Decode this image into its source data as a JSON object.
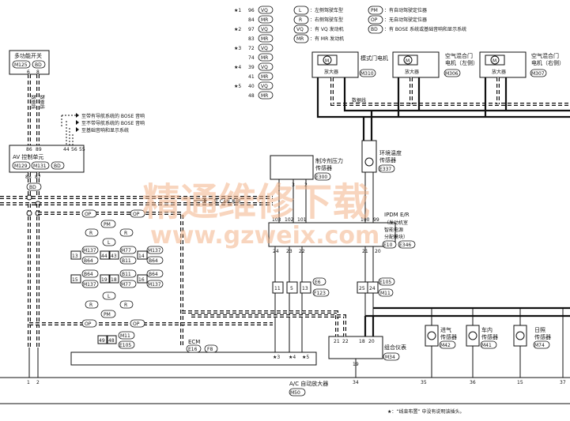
{
  "legend": {
    "star_codes": [
      {
        "star": "★1",
        "rows": [
          {
            "num": "96",
            "code": "VQ"
          },
          {
            "num": "84",
            "code": "MR"
          }
        ]
      },
      {
        "star": "★2",
        "rows": [
          {
            "num": "97",
            "code": "VQ"
          },
          {
            "num": "83",
            "code": "MR"
          }
        ]
      },
      {
        "star": "★3",
        "rows": [
          {
            "num": "72",
            "code": "VQ"
          },
          {
            "num": "74",
            "code": "MR"
          }
        ]
      },
      {
        "star": "★4",
        "rows": [
          {
            "num": "39",
            "code": "VQ"
          },
          {
            "num": "41",
            "code": "MR"
          }
        ]
      },
      {
        "star": "★5",
        "rows": [
          {
            "num": "40",
            "code": "VQ"
          },
          {
            "num": "48",
            "code": "MR"
          }
        ]
      }
    ],
    "abbrev": [
      {
        "code": "L",
        "text": "：左侧驾驶车型"
      },
      {
        "code": "R",
        "text": "：右侧驾驶车型"
      },
      {
        "code": "VQ",
        "text": "：有 VQ 发动机"
      },
      {
        "code": "MR",
        "text": "：有 MR 发动机"
      },
      {
        "code": "PM",
        "text": "：有自动驾驶定位器"
      },
      {
        "code": "OP",
        "text": "：无自动驾驶定位器"
      },
      {
        "code": "BD",
        "text": "：有 BOSE 系统或基础音响和显示系统"
      }
    ]
  },
  "components": {
    "multifunction_switch": {
      "title": "多功能开关",
      "conn": "M125",
      "tag": "BD",
      "pins": [
        "6",
        "8"
      ],
      "wire_labels": [
        "数据线",
        "数据线"
      ]
    },
    "av_control": {
      "title": "AV 控制单元",
      "conns": [
        "M129",
        "M131"
      ],
      "tag": "BD",
      "pins_top": [
        "86",
        "89",
        "44",
        "56",
        "55"
      ],
      "pins_bottom": [
        "86",
        "87"
      ]
    },
    "bose_notes": [
      "至带有导航系统的 BOSE 音响",
      "至不带导航系统的 BOSE 音响",
      "至基础音响和显示系统"
    ],
    "can_label": "至 CAN 系统",
    "bd_tag": "BD",
    "refrigerant_sensor": {
      "title": "制冷剂压力",
      "title2": "传感器",
      "conn": "E300",
      "pins": [
        "1",
        "3",
        "2"
      ]
    },
    "ambient_sensor": {
      "title": "环境温度",
      "title2": "传感器",
      "conn": "E337"
    },
    "ipdm": {
      "title": "IPDM E/R",
      "sub1": "（发动机室",
      "sub2": "智能电源",
      "sub3": "分配模块）",
      "conns": [
        "E10",
        "E346"
      ],
      "pins_top": [
        "103",
        "102",
        "101",
        "100",
        "99"
      ],
      "pins_bottom": [
        "24",
        "23",
        "22",
        "21",
        "20"
      ]
    },
    "relay_conns": [
      {
        "pins": [
          "11",
          "5",
          "13"
        ],
        "conns": [
          "E6",
          "F123"
        ]
      },
      {
        "pins": [
          "25",
          "24"
        ],
        "conns": [
          "E105",
          "M11"
        ]
      }
    ],
    "intake_door_motor": {
      "title": "模式门电机",
      "amp": "放大器",
      "conn": "M310"
    },
    "air_mix_left": {
      "title": "空气混合门",
      "title2": "电机（左侧）",
      "amp": "放大器",
      "conn": "M306"
    },
    "air_mix_right": {
      "title": "空气混合门",
      "title2": "电机（右侧）",
      "amp": "放大器",
      "conn": "M307"
    },
    "data_line_label": "数据线",
    "ecm": {
      "title": "ECM",
      "conns": [
        "E16",
        "F8"
      ]
    },
    "combination_meter": {
      "title": "组合仪表",
      "conn": "M34",
      "pins": [
        "21",
        "22",
        "18",
        "20",
        "19"
      ]
    },
    "intake_sensor": {
      "title": "进气",
      "title2": "传感器",
      "conn": "M42"
    },
    "in_vehicle_sensor": {
      "title": "车内",
      "title2": "传感器",
      "conn": "M41"
    },
    "sunload_sensor": {
      "title": "日照",
      "title2": "传感器",
      "conn": "M74"
    },
    "ac_amp": {
      "title": "A/C 自动放大器",
      "conn": "M50",
      "pins": [
        "1",
        "2",
        "34",
        "35",
        "36",
        "15",
        "37"
      ]
    },
    "left_connectors": {
      "op": "OP",
      "pm": "PM",
      "r": "R",
      "l": "L",
      "left_col": [
        {
          "pin": "13",
          "conns": [
            "M137",
            "B64"
          ]
        },
        {
          "pin": "15",
          "conns": [
            "B64",
            "M137"
          ]
        }
      ],
      "mid_col": [
        {
          "pins": [
            "44",
            "43"
          ],
          "conns": []
        },
        {
          "pins": [
            "19",
            "18"
          ],
          "conns": []
        }
      ],
      "right_col": [
        {
          "pin": "14",
          "conns": [
            "M77",
            "B11"
          ]
        },
        {
          "pin": "16",
          "conns": [
            "B11",
            "M77"
          ]
        }
      ],
      "far_right": [
        {
          "pin": "14",
          "conns": [
            "M137",
            "B64"
          ]
        },
        {
          "pin": "16",
          "conns": [
            "B64",
            "M137"
          ]
        }
      ],
      "m11_pins": [
        "49",
        "48"
      ],
      "m11_conns": [
        "M11",
        "E105"
      ]
    },
    "star_marks": [
      "★1",
      "★2",
      "★3",
      "★4",
      "★5"
    ]
  },
  "watermark": {
    "cn": "精通维修下载",
    "url": "www.gzweix.com"
  },
  "footnote": "★：“线束布置” 中没有说明该插头。"
}
